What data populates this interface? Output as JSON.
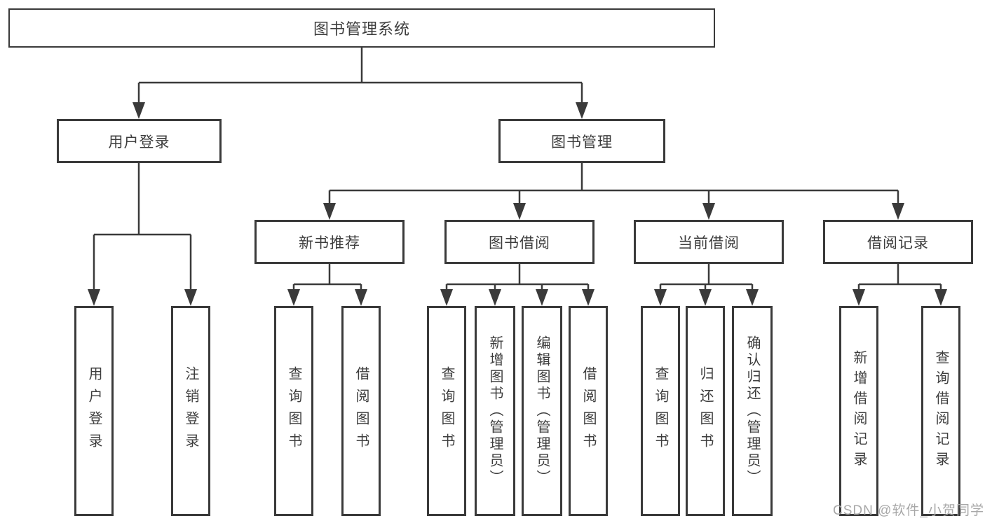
{
  "diagram": {
    "title": "图书管理系统",
    "root": {
      "label": "图书管理系统"
    },
    "branches": [
      {
        "label": "用户登录",
        "children": [
          {
            "label": "用户登录"
          },
          {
            "label": "注销登录"
          }
        ]
      },
      {
        "label": "图书管理",
        "sections": [
          {
            "label": "新书推荐",
            "children": [
              {
                "label": "查询图书"
              },
              {
                "label": "借阅图书"
              }
            ]
          },
          {
            "label": "图书借阅",
            "children": [
              {
                "label": "查询图书"
              },
              {
                "label": "新增图书（管理员）"
              },
              {
                "label": "编辑图书（管理员）"
              },
              {
                "label": "借阅图书"
              }
            ]
          },
          {
            "label": "当前借阅",
            "children": [
              {
                "label": "查询图书"
              },
              {
                "label": "归还图书"
              },
              {
                "label": "确认归还（管理员）"
              }
            ]
          },
          {
            "label": "借阅记录",
            "children": [
              {
                "label": "新增借阅记录"
              },
              {
                "label": "查询借阅记录"
              }
            ]
          }
        ]
      }
    ]
  },
  "watermark": {
    "text": "CSDN @软件_小贺同学"
  },
  "colors": {
    "line": "#3a3a3a",
    "text": "#3d3d3d",
    "watermark": "#a8a8a8",
    "background": "#ffffff"
  }
}
